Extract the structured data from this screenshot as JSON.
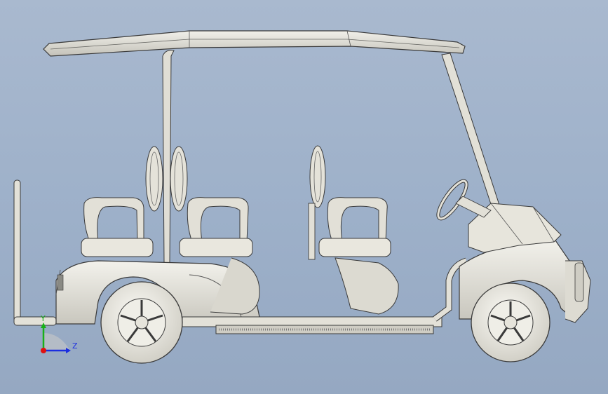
{
  "viewport": {
    "background_top": "#a9b9cf",
    "background_bottom": "#95a8c2"
  },
  "model": {
    "name": "golf-cart-6-seater",
    "body_color": "#e6e4da",
    "edge_color": "#3a3a3a",
    "shade_color": "#b7b5ad",
    "tire_color": "#f0efe8"
  },
  "triad": {
    "y_label": "Y",
    "z_label": "Z",
    "x_color": "#e01010",
    "y_color": "#18b018",
    "z_color": "#1b2ee0"
  }
}
